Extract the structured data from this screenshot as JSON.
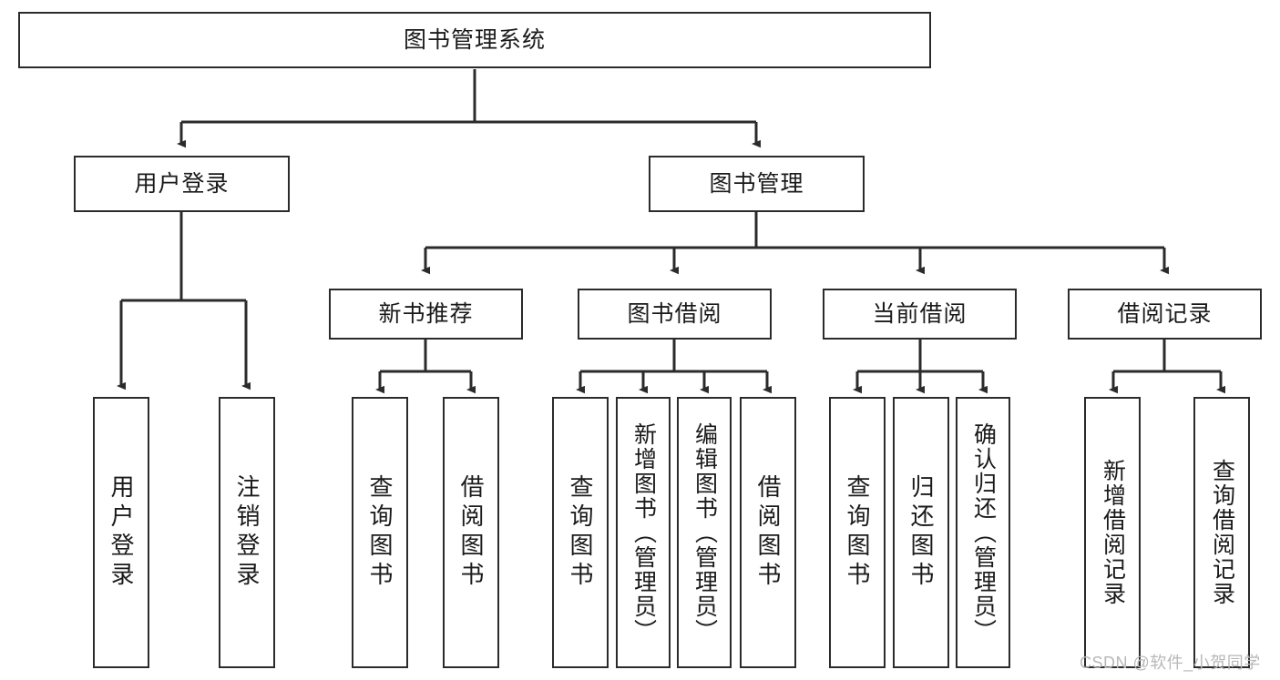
{
  "diagram": {
    "title": "图书管理系统",
    "type": "tree-hierarchy",
    "root": {
      "label": "图书管理系统"
    },
    "branches": [
      {
        "label": "用户登录"
      },
      {
        "label": "图书管理"
      }
    ],
    "subbranches": [
      {
        "label": "新书推荐"
      },
      {
        "label": "图书借阅"
      },
      {
        "label": "当前借阅"
      },
      {
        "label": "借阅记录"
      }
    ],
    "leaves": {
      "user_login": [
        {
          "label": "用户登录"
        },
        {
          "label": "注销登录"
        }
      ],
      "new_book_recommend": [
        {
          "label": "查询图书"
        },
        {
          "label": "借阅图书"
        }
      ],
      "book_borrow": [
        {
          "label": "查询图书"
        },
        {
          "label": "新增图书（管理员）"
        },
        {
          "label": "编辑图书（管理员）"
        },
        {
          "label": "借阅图书"
        }
      ],
      "current_borrow": [
        {
          "label": "查询图书"
        },
        {
          "label": "归还图书"
        },
        {
          "label": "确认归还（管理员）"
        }
      ],
      "borrow_record": [
        {
          "label": "新增借阅记录"
        },
        {
          "label": "查询借阅记录"
        }
      ]
    },
    "colors": {
      "stroke": "#2b2b2b",
      "background": "#ffffff",
      "text": "#1a1a1a",
      "watermark": "#b8b8b8"
    }
  },
  "watermark": {
    "text": "CSDN @软件_小贺同学"
  }
}
